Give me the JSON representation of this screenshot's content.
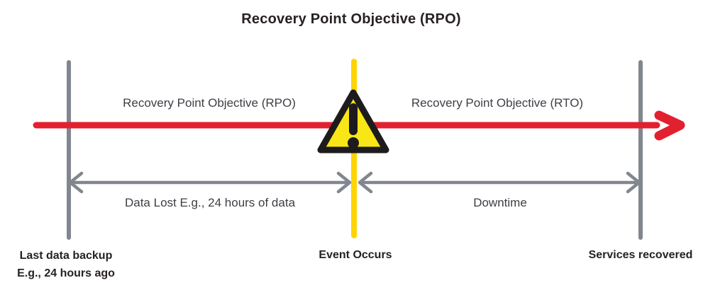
{
  "title": "Recovery Point Objective (RPO)",
  "timeline": {
    "rpo_label": "Recovery Point Objective (RPO)",
    "rto_label": "Recovery Point Objective (RTO)",
    "data_lost_label": "Data Lost E.g., 24 hours of data",
    "downtime_label": "Downtime",
    "last_backup_line1": "Last data backup",
    "last_backup_line2": "E.g., 24 hours ago",
    "event_label": "Event Occurs",
    "services_label": "Services recovered"
  },
  "icons": {
    "warning": "warning-triangle-icon"
  },
  "colors": {
    "red": "#E2202F",
    "yellow-line": "#FFD400",
    "triangle-yellow": "#F9E616",
    "triangle-border": "#1D1B1B",
    "gray": "#81868F",
    "dark-text": "#272123",
    "label-text": "#3E3E45"
  }
}
